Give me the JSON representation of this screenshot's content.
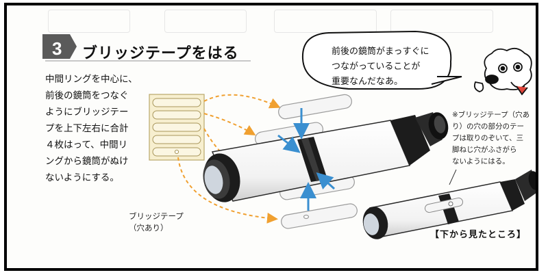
{
  "step": {
    "number": "3",
    "title": "ブリッジテープをはる"
  },
  "instructions": [
    "中間リングを中心に、",
    "前後の鏡筒をつなぐ",
    "ようにブリッジテー",
    "プを上下左右に合計",
    "４枚はって、中間リ",
    "ングから鏡筒がぬけ",
    "ないようにする。"
  ],
  "speech_bubble": [
    "前後の鏡筒がまっすぐに",
    "つながっていることが",
    "重要なんだなあ。"
  ],
  "note": [
    "※ブリッジテープ（穴あ",
    "り）の穴の部分のテー",
    "プは取りのぞいて、三",
    "脚ねじ穴がふさがら",
    "ないようにはる。"
  ],
  "tape_label": {
    "line1": "ブリッジテープ",
    "line2": "（穴あり）"
  },
  "bottom_caption": "【下から見たところ】",
  "colors": {
    "arrow_orange": "#f0a030",
    "arrow_blue": "#3a8fd0",
    "tape_fill": "#f7efcf",
    "badge_bg": "#5a5a5a",
    "tube_dark": "#1c1c1c"
  }
}
